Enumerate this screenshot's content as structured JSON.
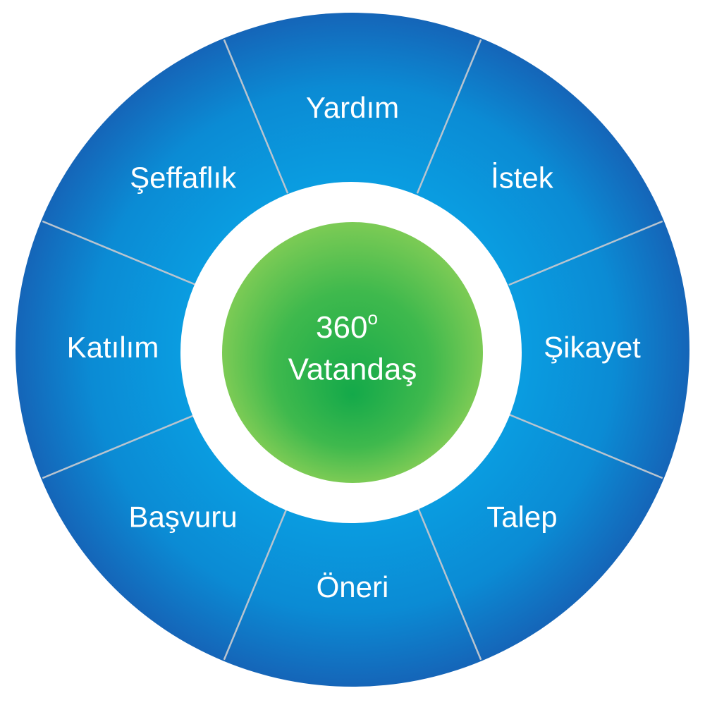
{
  "center": {
    "line1_number": "360",
    "line1_sup": "o",
    "line2": "Vatandaş"
  },
  "segments": [
    {
      "label": "Yardım"
    },
    {
      "label": "İstek"
    },
    {
      "label": "Şikayet"
    },
    {
      "label": "Talep"
    },
    {
      "label": "Öneri"
    },
    {
      "label": "Başvuru"
    },
    {
      "label": "Katılım"
    },
    {
      "label": "Şeffaflık"
    }
  ],
  "colors": {
    "ring_outer": "#1565b8",
    "ring_inner": "#0aa0e3",
    "divider": "#b9c4cf",
    "center_ring": "#ffffff",
    "hub_light": "#7ccb55",
    "hub_dark": "#14a94a",
    "label_text": "#ffffff"
  }
}
